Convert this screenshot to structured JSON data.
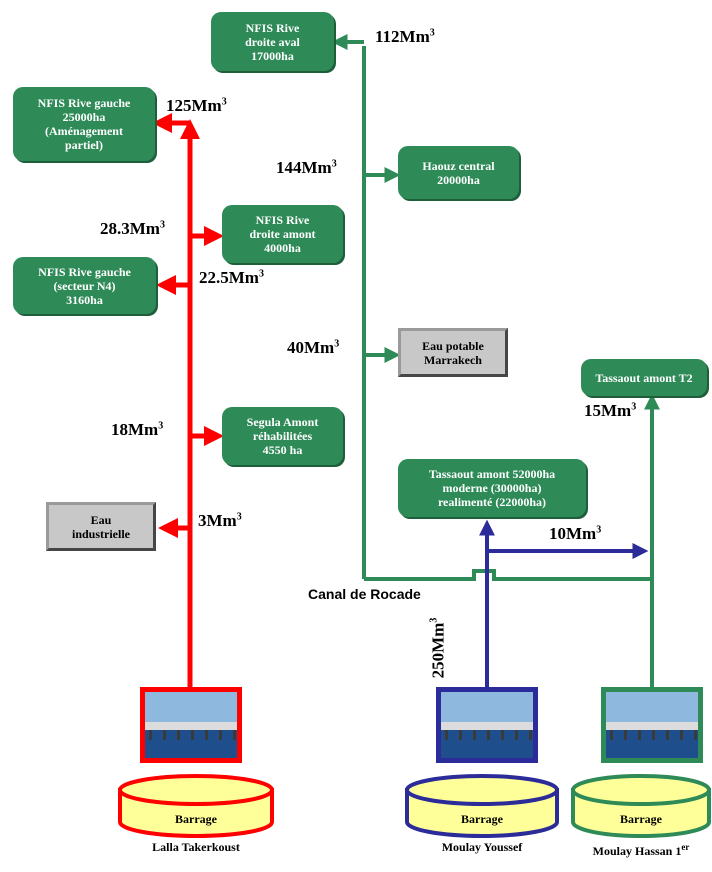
{
  "colors": {
    "green": "#2e8b57",
    "red": "#ff0000",
    "blue": "#2b2b99",
    "cylinder_fill": "#ffff99"
  },
  "nodes": {
    "nfis_rd_aval": "NFIS Rive\ndroite aval\n17000ha",
    "nfis_rg": "NFIS Rive gauche\n25000ha\n(Aménagement\npartiel)",
    "haouz": "Haouz central\n20000ha",
    "nfis_rd_amont": "NFIS Rive\ndroite amont\n4000ha",
    "nfis_rg_n4": "NFIS Rive gauche\n(secteur N4)\n3160ha",
    "eau_potable": "Eau potable\nMarrakech",
    "tassaout_t2": "Tassaout amont T2",
    "segula": "Segula Amont\nréhabilitées\n4550 ha",
    "tassaout_52000": "Tassaout amont 52000ha\nmoderne (30000ha)\nrealimenté (22000ha)",
    "eau_industrielle": "Eau\nindustrielle"
  },
  "volumes": {
    "v112": "112Mm",
    "v125": "125Mm",
    "v144": "144Mm",
    "v28": "28.3Mm",
    "v22": "22.5Mm",
    "v40": "40Mm",
    "v15": "15Mm",
    "v18": "18Mm",
    "v3": "3Mm",
    "v10": "10Mm",
    "v250": "250Mm",
    "unit_exp": "3"
  },
  "canal_label": "Canal de Rocade",
  "dams": {
    "lalla": {
      "line1": "Barrage",
      "line2": "Lalla Takerkoust"
    },
    "youssef": {
      "line1": "Barrage",
      "line2": "Moulay Youssef"
    },
    "hassan": {
      "line1": "Barrage",
      "line2": "Moulay Hassan 1",
      "sup": "er"
    }
  }
}
